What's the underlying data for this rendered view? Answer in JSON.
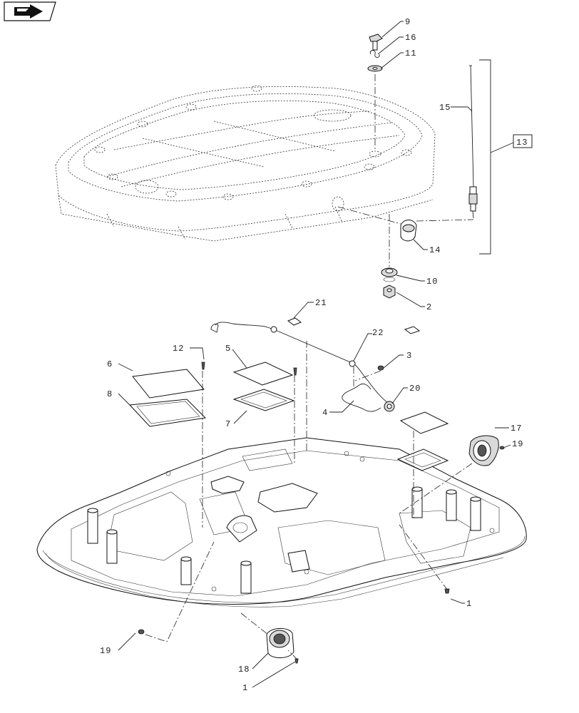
{
  "diagram": {
    "nav_icon": "forward-arrow-icon",
    "callouts": [
      {
        "id": "c9",
        "label": "9"
      },
      {
        "id": "c16",
        "label": "16"
      },
      {
        "id": "c11",
        "label": "11"
      },
      {
        "id": "c15",
        "label": "15"
      },
      {
        "id": "c13",
        "label": "13"
      },
      {
        "id": "c14",
        "label": "14"
      },
      {
        "id": "c10",
        "label": "10"
      },
      {
        "id": "c2",
        "label": "2"
      },
      {
        "id": "c21",
        "label": "21"
      },
      {
        "id": "c22",
        "label": "22"
      },
      {
        "id": "c12",
        "label": "12"
      },
      {
        "id": "c5",
        "label": "5"
      },
      {
        "id": "c6",
        "label": "6"
      },
      {
        "id": "c3",
        "label": "3"
      },
      {
        "id": "c20",
        "label": "20"
      },
      {
        "id": "c8",
        "label": "8"
      },
      {
        "id": "c7",
        "label": "7"
      },
      {
        "id": "c4",
        "label": "4"
      },
      {
        "id": "c17",
        "label": "17"
      },
      {
        "id": "c19a",
        "label": "19"
      },
      {
        "id": "c1a",
        "label": "1"
      },
      {
        "id": "c19b",
        "label": "19"
      },
      {
        "id": "c18",
        "label": "18"
      },
      {
        "id": "c1b",
        "label": "1"
      }
    ]
  }
}
